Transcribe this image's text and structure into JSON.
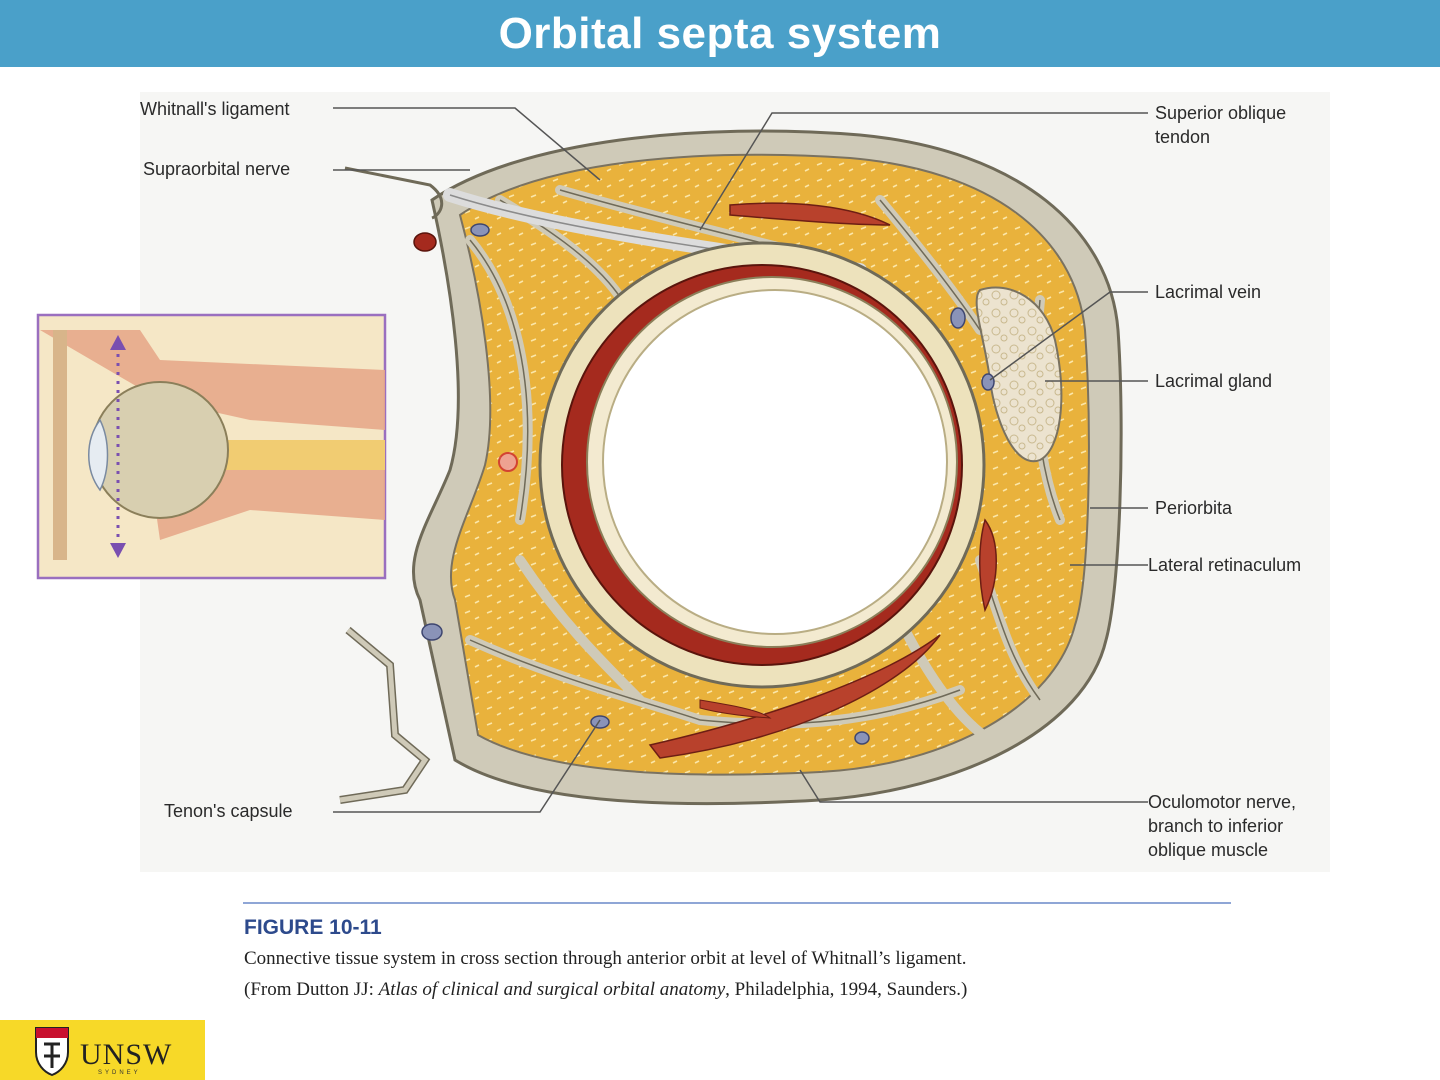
{
  "title": "Orbital septa system",
  "labels": {
    "whitnalls_ligament": "Whitnall's ligament",
    "supraorbital_nerve": "Supraorbital nerve",
    "superior_oblique_tendon": "Superior oblique\ntendon",
    "lacrimal_vein": "Lacrimal vein",
    "lacrimal_gland": "Lacrimal gland",
    "periorbita": "Periorbita",
    "lateral_retinaculum": "Lateral retinaculum",
    "tenons_capsule": "Tenon's capsule",
    "oculomotor_nerve": "Oculomotor nerve,\nbranch to inferior\noblique muscle"
  },
  "caption": {
    "figure_number": "FIGURE 10-11",
    "line1": "Connective tissue system in cross section through anterior orbit at level of Whitnall’s ligament.",
    "line2_prefix": "(From Dutton JJ: ",
    "line2_italic": "Atlas of clinical and surgical orbital anatomy",
    "line2_suffix": ", Philadelphia, 1994, Saunders.)"
  },
  "logo": {
    "name": "UNSW",
    "sub": "SYDNEY"
  },
  "colors": {
    "title_bar": "#4aa0c9",
    "fat": "#e9b23c",
    "septa": "#cfcab8",
    "globe_red": "#a52a1e",
    "logo_yellow": "#f7d928",
    "inset_border": "#9a6fbf",
    "caption_blue": "#2d4a8c"
  }
}
